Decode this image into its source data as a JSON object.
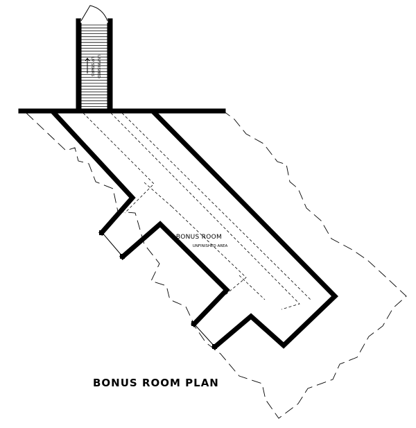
{
  "plan": {
    "title": "BONUS ROOM PLAN",
    "room_name": "BONUS ROOM",
    "room_note": "UNFINISHED AREA",
    "stair_up": "UP STAIRS",
    "stair_note": "UNFINISHED",
    "stair_arrow_icon": "arrow-up-icon",
    "door_icon": "door-swing-icon"
  },
  "colors": {
    "line": "#000000",
    "background": "#ffffff"
  }
}
